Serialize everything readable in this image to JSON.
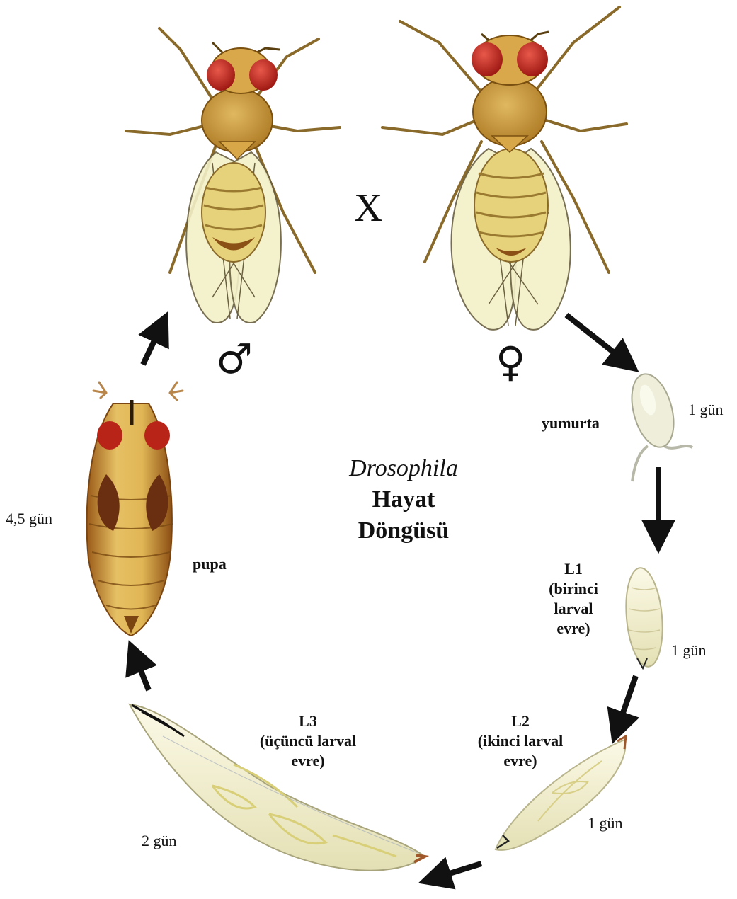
{
  "title": {
    "line1": "Drosophila",
    "line2": "Hayat",
    "line3": "Döngüsü"
  },
  "cross_symbol": "X",
  "male_symbol": "♂",
  "female_symbol": "♀",
  "stages": {
    "egg": {
      "name": "yumurta",
      "duration": "1 gün"
    },
    "l1": {
      "line1": "L1",
      "line2": "(birinci",
      "line3": "larval",
      "line4": "evre)",
      "duration": "1 gün"
    },
    "l2": {
      "line1": "L2",
      "line2": "(ikinci larval",
      "line3": "evre)",
      "duration": "1 gün"
    },
    "l3": {
      "line1": "L3",
      "line2": "(üçüncü larval",
      "line3": "evre)",
      "duration": "2 gün"
    },
    "pupa": {
      "name": "pupa",
      "duration": "4,5 gün"
    }
  },
  "colors": {
    "eye": "#c8241c",
    "thorax": "#c89a3a",
    "abdomen": "#e6d27a",
    "wing": "#f3f0c8",
    "larva": "#f2efcc",
    "pupa": "#c9962e",
    "arrow": "#111111"
  }
}
